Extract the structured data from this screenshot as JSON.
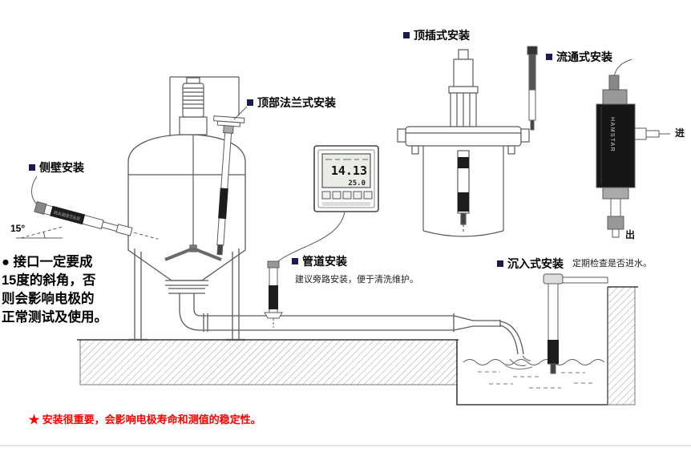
{
  "annotations": {
    "top_insert": {
      "label": "顶插式安装"
    },
    "flow_through": {
      "label": "流通式安装"
    },
    "top_flange": {
      "label": "顶部法兰式安装"
    },
    "side_wall": {
      "label": "侧壁安装"
    },
    "pipeline": {
      "label": "管道安装",
      "note": "建议旁路安装，便于清洗维护。"
    },
    "submersible": {
      "label": "沉入式安装",
      "note": "定期检查是否进水。"
    },
    "angle_callout": "15°",
    "side_note": "● 接口一定要成\n15度的斜角，否\n则会影响电极的\n正常测试及使用。",
    "bottom_warning": "★ 安装很重要，会影响电极寿命和测值的稳定性。"
  },
  "controller": {
    "reading_main": "14.13",
    "reading_secondary": "25.0"
  },
  "flow_cell": {
    "inlet": "进",
    "outlet": "出"
  },
  "probe_brand": "HAMSTAR",
  "colors": {
    "line": "#5b5b5b",
    "bullet": "#1b1b4d",
    "warning": "#ff0000",
    "probe_band": "#1d1d1d",
    "lcd": "#e9ede5"
  }
}
